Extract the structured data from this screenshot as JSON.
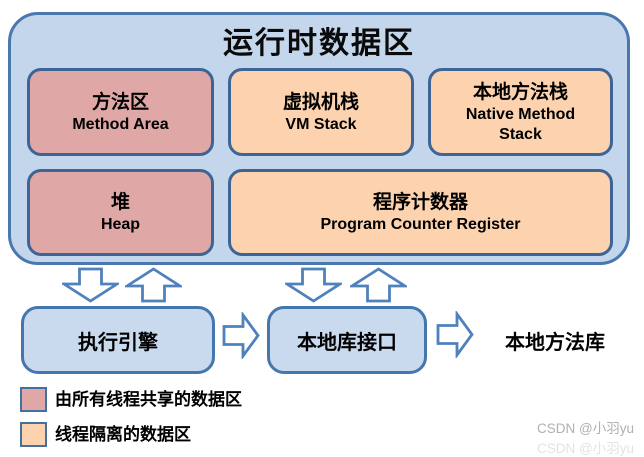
{
  "colors": {
    "shared_fill": "#dfa8a7",
    "isolated_fill": "#fcd3ae",
    "container_fill": "#c3d6ec",
    "flow_box_fill": "#cadaee",
    "border_blue": "#3e6496",
    "accent_blue": "#4f81bd"
  },
  "runtime_area": {
    "title": "运行时数据区",
    "cells": {
      "method_area": {
        "zh": "方法区",
        "en": "Method Area"
      },
      "vm_stack": {
        "zh": "虚拟机栈",
        "en": "VM Stack"
      },
      "native_method_stack": {
        "zh": "本地方法栈",
        "en": "Native Method Stack"
      },
      "heap": {
        "zh": "堆",
        "en": "Heap"
      },
      "pc_register": {
        "zh": "程序计数器",
        "en": "Program Counter Register"
      }
    }
  },
  "flow": {
    "execution_engine": "执行引擎",
    "native_interface": "本地库接口",
    "native_library": "本地方法库"
  },
  "legend": {
    "shared_label": "由所有线程共享的数据区",
    "isolated_label": "线程隔离的数据区"
  },
  "watermark": {
    "text": "CSDN @小羽yu"
  },
  "icons": {
    "down_arrow": "down-block-arrow",
    "up_arrow": "up-block-arrow",
    "right_arrow": "right-block-arrow"
  }
}
